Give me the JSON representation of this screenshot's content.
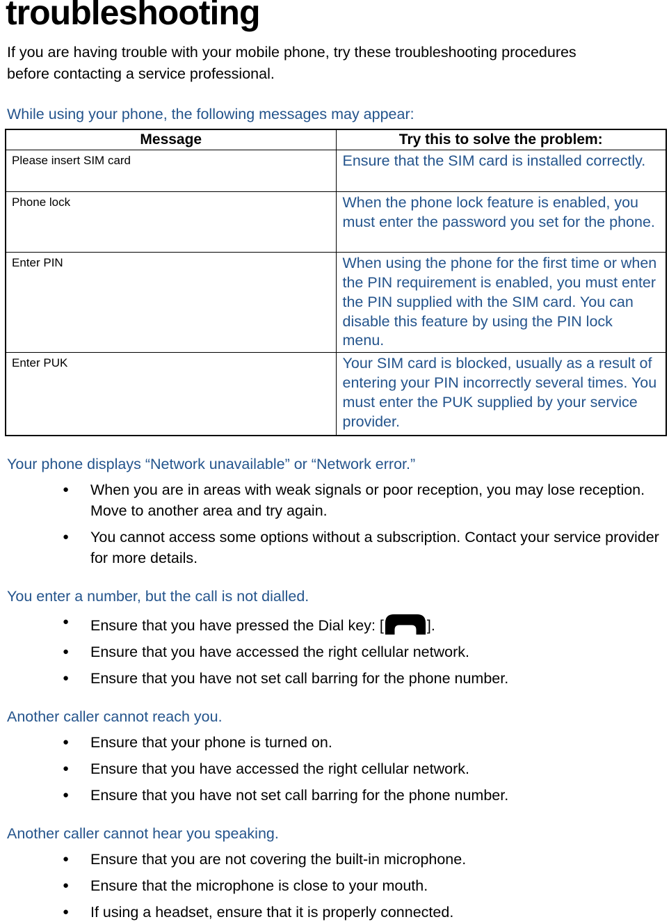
{
  "colors": {
    "accent_blue": "#24548C",
    "text": "#000000",
    "table_border": "#000000"
  },
  "title": "troubleshooting",
  "intro": "If you are having trouble with your mobile phone, try these troubleshooting procedures before contacting a service professional.",
  "table_section": {
    "heading": "While using your phone, the following messages may appear:",
    "table": {
      "headers": [
        "Message",
        "Try this to solve the problem:"
      ],
      "rows": [
        {
          "message": "Please insert SIM card",
          "solution": "Ensure that the SIM card is installed correctly."
        },
        {
          "message": "Phone lock",
          "solution": "When the phone lock feature is enabled, you must enter the password you set for the phone."
        },
        {
          "message": "Enter PIN",
          "solution": "When using the phone for the first time or when the PIN requirement is enabled, you must enter the PIN supplied with the SIM card. You can disable this feature by using the PIN lock   menu."
        },
        {
          "message": "Enter PUK",
          "solution": "Your SIM card is blocked, usually as a result of entering your PIN incorrectly several times. You must enter the PUK supplied by your service provider."
        }
      ]
    }
  },
  "bullet_glyph": "●",
  "sections": [
    {
      "heading": "Your phone displays “Network unavailable” or “Network error.”",
      "bullets": [
        "When you are in areas with weak signals or poor reception, you may lose reception. Move to another area and try again.",
        "You cannot access some options without a subscription. Contact your service provider for more details."
      ]
    },
    {
      "heading": "You enter a number, but the call is not dialled.",
      "bullets": [
        {
          "text_before": "Ensure that you have pressed the Dial key: [",
          "inline_icon": "dial-key-icon",
          "text_after": "]."
        },
        "Ensure that you have accessed the right cellular network.",
        "Ensure that you have not set call barring for the phone number."
      ]
    },
    {
      "heading": "Another caller cannot reach you.",
      "bullets": [
        "Ensure that your phone is turned on.",
        "Ensure that you have accessed the right cellular network.",
        "Ensure that you have not set call barring for the phone number."
      ]
    },
    {
      "heading": "Another caller cannot hear you speaking.",
      "bullets": [
        "Ensure that you are not covering the built-in microphone.",
        "Ensure that the microphone is close to your mouth.",
        "If using a headset, ensure that it is properly connected."
      ]
    }
  ]
}
